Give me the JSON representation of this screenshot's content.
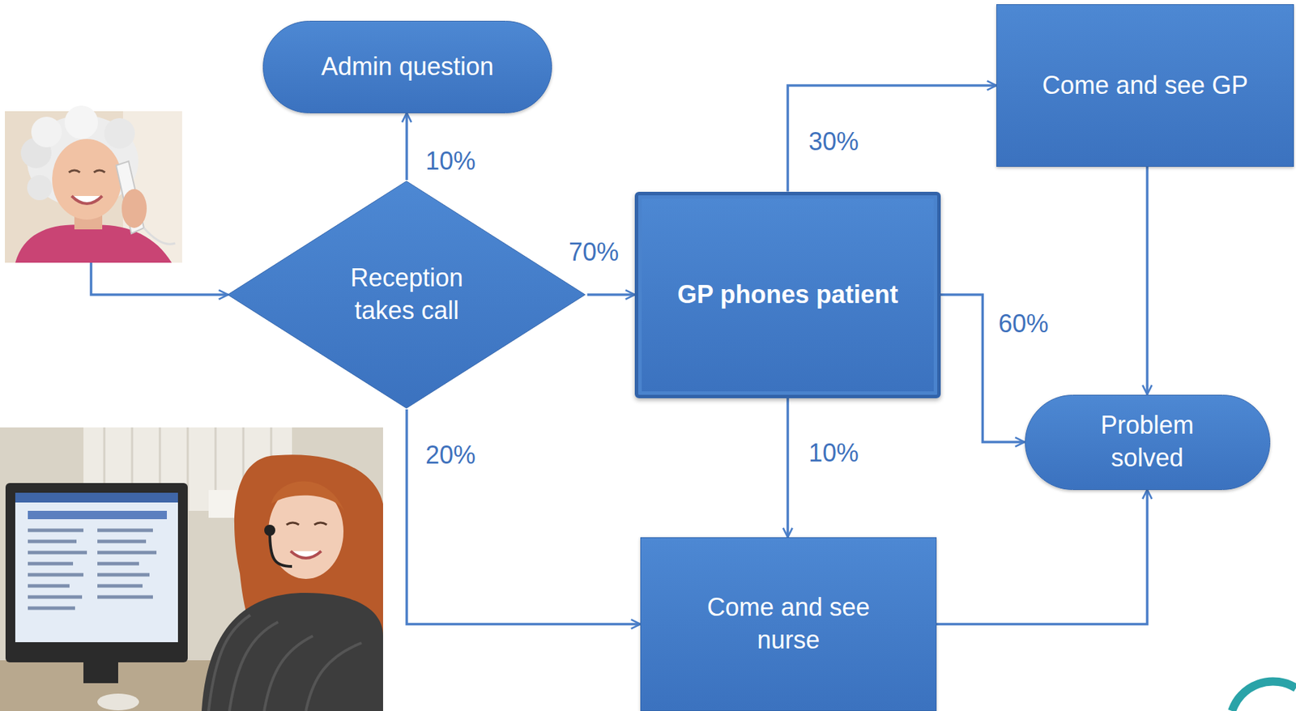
{
  "diagram": {
    "nodes": [
      {
        "text": [
          "Admin question"
        ]
      },
      {
        "text": [
          "Come and see GP"
        ]
      },
      {
        "text": [
          "Reception takes call"
        ]
      },
      {
        "text": [
          "GP phones patient"
        ]
      },
      {
        "text": [
          "Problem solved"
        ]
      },
      {
        "text": [
          "Come and see nurse"
        ]
      }
    ],
    "edges": [
      {
        "from": 2,
        "to": 0,
        "label": "10%",
        "arrow": "to"
      },
      {
        "from": 2,
        "to": 3,
        "label": "70%",
        "arrow": "to"
      },
      {
        "from": 2,
        "to": 5,
        "label": "20%",
        "arrow": "to"
      },
      {
        "from": 3,
        "to": 1,
        "label": "30%",
        "arrow": "to"
      },
      {
        "from": 3,
        "to": 4,
        "label": "60%",
        "arrow": "to"
      },
      {
        "from": 3,
        "to": 5,
        "label": "10%",
        "arrow": "to"
      },
      {
        "from": 1,
        "to": 4,
        "arrow": "to"
      },
      {
        "from": 5,
        "to": 4,
        "arrow": "to"
      }
    ]
  }
}
